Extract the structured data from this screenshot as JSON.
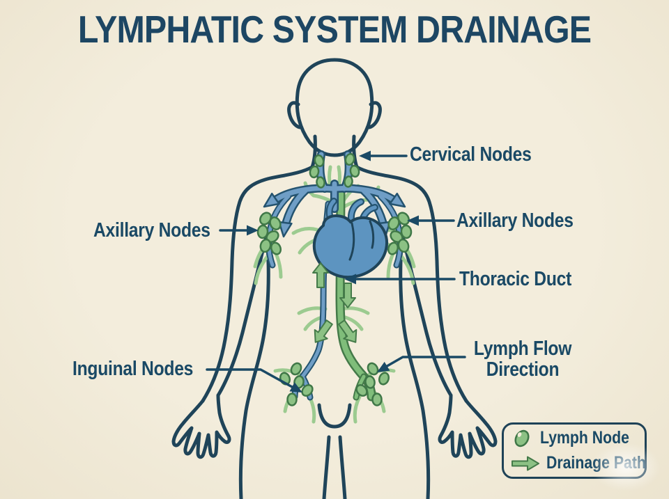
{
  "title": "LYMPHATIC SYSTEM DRAINAGE",
  "annotations": {
    "cervical": "Cervical Nodes",
    "axillary_left": "Axillary Nodes",
    "axillary_right": "Axillary Nodes",
    "thoracic": "Thoracic Duct",
    "lymph_flow_line1": "Lymph Flow",
    "lymph_flow_line2": "Direction",
    "inguinal": "Inguinal Nodes"
  },
  "legend": {
    "items": [
      {
        "icon": "lymph-node-icon",
        "label": "Lymph Node"
      },
      {
        "icon": "drainage-path-arrow-icon",
        "label": "Drainage Path"
      }
    ]
  },
  "colors": {
    "background": "#f2ecd9",
    "body_outline": "#1f4459",
    "label_text": "#1a4965",
    "title_text": "#1d4663",
    "vessel_blue": "#6f9ec6",
    "vessel_blue_outline": "#24536f",
    "heart_blue": "#5d94c0",
    "node_green": "#8cc184",
    "node_outline": "#3f7747",
    "sprig_green": "#9ccb90",
    "duct_green": "#7fbd7a",
    "duct_outline": "#447a49",
    "legend_border": "#1e4257"
  }
}
